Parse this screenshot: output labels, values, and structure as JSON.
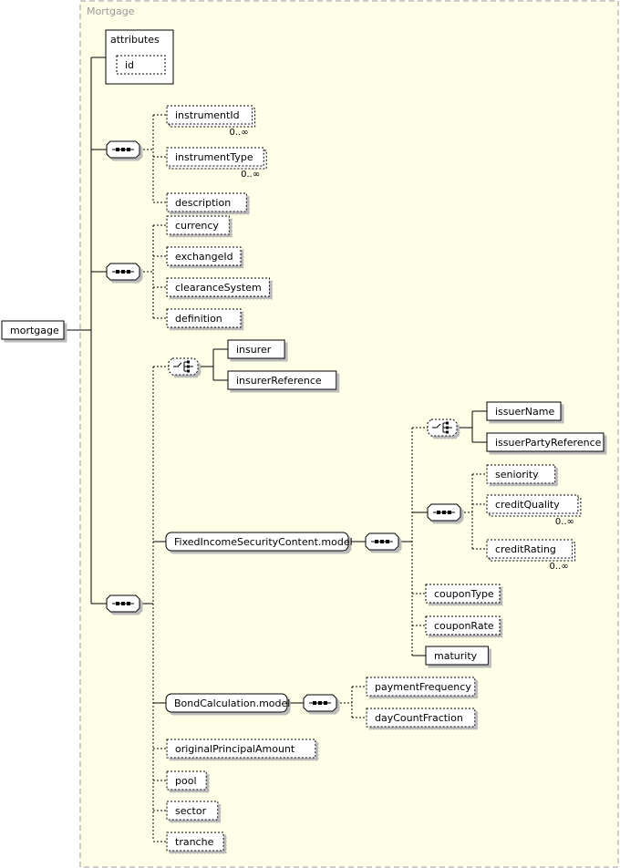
{
  "group_label": "Mortgage",
  "root": {
    "label": "mortgage"
  },
  "attributes": {
    "title": "attributes",
    "items": [
      "id"
    ]
  },
  "seq1": {
    "elements": [
      {
        "label": "instrumentId",
        "occurs": "0..∞"
      },
      {
        "label": "instrumentType",
        "occurs": "0..∞"
      },
      {
        "label": "description",
        "occurs": ""
      }
    ]
  },
  "seq2": {
    "elements": [
      {
        "label": "currency"
      },
      {
        "label": "exchangeId"
      },
      {
        "label": "clearanceSystem"
      },
      {
        "label": "definition"
      }
    ]
  },
  "choice_insurer": {
    "elements": [
      {
        "label": "insurer"
      },
      {
        "label": "insurerReference"
      }
    ]
  },
  "fixed_income": {
    "label": "FixedIncomeSecurityContent.model",
    "choice_issuer": [
      {
        "label": "issuerName"
      },
      {
        "label": "issuerPartyReference"
      }
    ],
    "credit_seq": [
      {
        "label": "seniority",
        "occurs": ""
      },
      {
        "label": "creditQuality",
        "occurs": "0..∞"
      },
      {
        "label": "creditRating",
        "occurs": "0..∞"
      }
    ],
    "tail": [
      {
        "label": "couponType"
      },
      {
        "label": "couponRate"
      },
      {
        "label": "maturity"
      }
    ]
  },
  "bond_calc": {
    "label": "BondCalculation.model",
    "elements": [
      {
        "label": "paymentFrequency"
      },
      {
        "label": "dayCountFraction"
      }
    ]
  },
  "tail_elements": [
    {
      "label": "originalPrincipalAmount"
    },
    {
      "label": "pool"
    },
    {
      "label": "sector"
    },
    {
      "label": "tranche"
    }
  ]
}
